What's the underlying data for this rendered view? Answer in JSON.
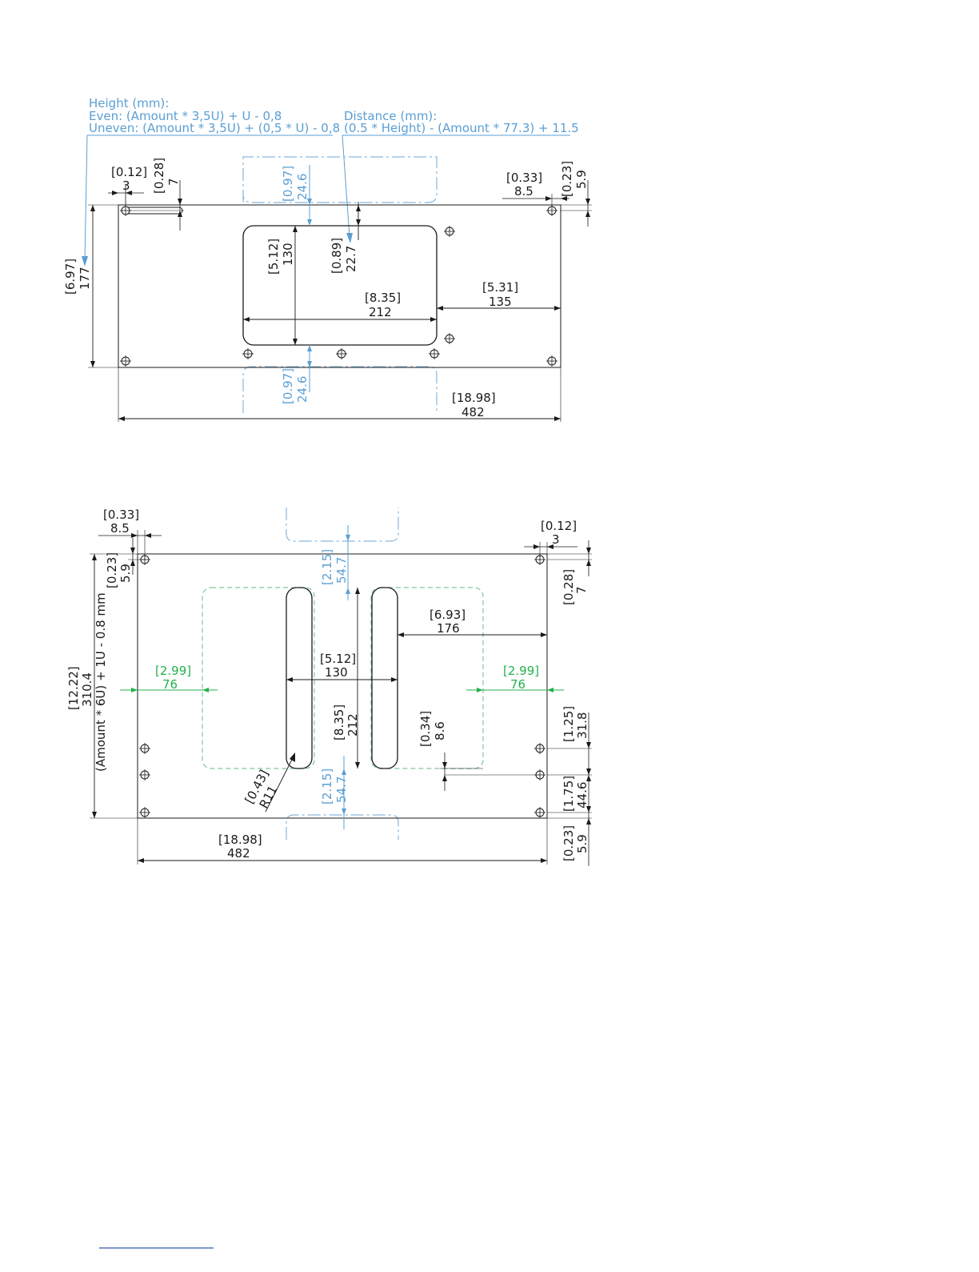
{
  "colors": {
    "line": "#1a1a1a",
    "blue_annotation": "#5a9fd4",
    "green_annotation": "#22b14c"
  },
  "drawing1": {
    "note_height": {
      "title": "Height (mm):",
      "even": "Even: (Amount * 3,5U) + U - 0,8",
      "uneven": "Uneven: (Amount * 3,5U) + (0,5 * U) - 0,8"
    },
    "note_distance": {
      "title": "Distance (mm):",
      "formula": "(0.5 * Height) - (Amount * 77.3) + 11.5"
    },
    "dims": {
      "hole_x_in": "[0.12]",
      "hole_x_mm": "3",
      "hole_y_in": "[0.28]",
      "hole_y_mm": "7",
      "right_x_in": "[0.33]",
      "right_x_mm": "8.5",
      "right_y_in": "[0.23]",
      "right_y_mm": "5.9",
      "gap_top_in": "[0.97]",
      "gap_top_mm": "24.6",
      "gap_bot_in": "[0.97]",
      "gap_bot_mm": "24.6",
      "cut_h_in": "[5.12]",
      "cut_h_mm": "130",
      "dist_in": "[0.89]",
      "dist_mm": "22.7",
      "cut_w_in": "[8.35]",
      "cut_w_mm": "212",
      "right_m_in": "[5.31]",
      "right_m_mm": "135",
      "height_in": "[6.97]",
      "height_mm": "177",
      "width_in": "[18.98]",
      "width_mm": "482"
    }
  },
  "drawing2": {
    "dims": {
      "tl_x_in": "[0.33]",
      "tl_x_mm": "8.5",
      "tl_y_in": "[0.23]",
      "tl_y_mm": "5.9",
      "tr_x_in": "[0.12]",
      "tr_x_mm": "3",
      "tr_y_in": "[0.28]",
      "tr_y_mm": "7",
      "gap_top_in": "[2.15]",
      "gap_top_mm": "54.7",
      "gap_bot_in": "[2.15]",
      "gap_bot_mm": "54.7",
      "right_m_in": "[6.93]",
      "right_m_mm": "176",
      "cut_w_in": "[5.12]",
      "cut_w_mm": "130",
      "green_l_in": "[2.99]",
      "green_l_mm": "76",
      "green_r_in": "[2.99]",
      "green_r_mm": "76",
      "cut_h_in": "[8.35]",
      "cut_h_mm": "212",
      "mid_in": "[0.34]",
      "mid_mm": "8.6",
      "r1_in": "[1.25]",
      "r1_mm": "31.8",
      "r2_in": "[1.75]",
      "r2_mm": "44.6",
      "r3_in": "[0.23]",
      "r3_mm": "5.9",
      "radius_in": "[0.43]",
      "radius_mm": "R11",
      "height_in": "[12.22]",
      "height_mm": "310.4",
      "height_formula": "(Amount * 6U) + 1U - 0.8 mm",
      "width_in": "[18.98]",
      "width_mm": "482"
    }
  }
}
